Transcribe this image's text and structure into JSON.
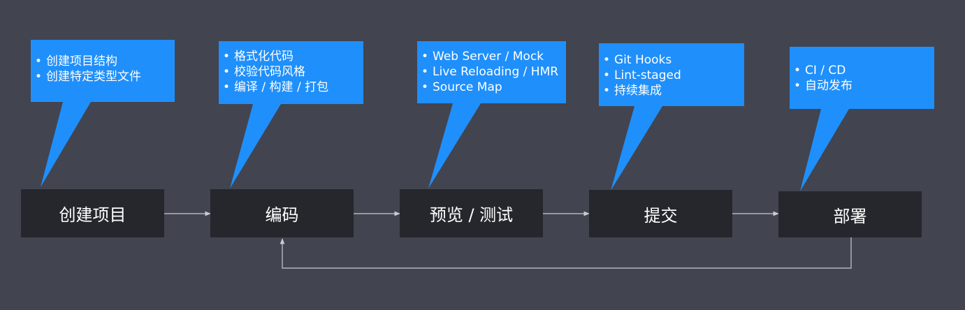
{
  "stages": [
    {
      "label": "创建项目",
      "points": [
        "创建项目结构",
        "创建特定类型文件"
      ]
    },
    {
      "label": "编码",
      "points": [
        "格式化代码",
        "校验代码风格",
        "编译 / 构建 / 打包"
      ]
    },
    {
      "label": "预览 / 测试",
      "points": [
        "Web Server / Mock",
        "Live Reloading / HMR",
        "Source Map"
      ]
    },
    {
      "label": "提交",
      "points": [
        "Git Hooks",
        "Lint-staged",
        "持续集成"
      ]
    },
    {
      "label": "部署",
      "points": [
        "CI / CD",
        "自动发布"
      ]
    }
  ],
  "colors": {
    "background": "#42444f",
    "stage_box": "#25272d",
    "callout": "#1f8ffb",
    "connector": "#c9ccd2"
  }
}
